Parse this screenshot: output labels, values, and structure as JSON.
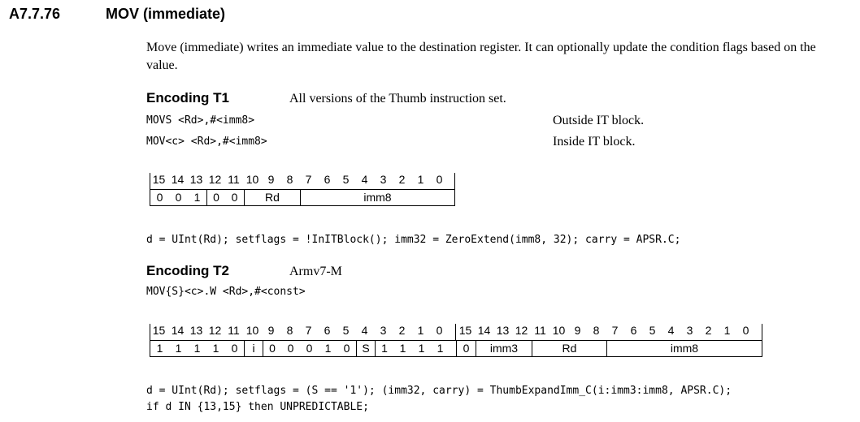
{
  "section": {
    "number": "A7.7.76",
    "title": "MOV (immediate)"
  },
  "description": "Move (immediate) writes an immediate value to the destination register. It can optionally update the condition flags based on the value.",
  "t1": {
    "title": "Encoding T1",
    "note": "All versions of the Thumb instruction set.",
    "syntax": [
      {
        "asm": "MOVS <Rd>,#<imm8>",
        "note": "Outside IT block."
      },
      {
        "asm": "MOV<c> <Rd>,#<imm8>",
        "note": "Inside IT block."
      }
    ],
    "bit_numbers": [
      "15",
      "14",
      "13",
      "12",
      "11",
      "10",
      "9",
      "8",
      "7",
      "6",
      "5",
      "4",
      "3",
      "2",
      "1",
      "0"
    ],
    "fields": [
      "0",
      "0",
      "1",
      "0",
      "0",
      "Rd",
      "imm8"
    ],
    "pseudocode": [
      "d = UInt(Rd);  setflags = !InITBlock();  imm32 = ZeroExtend(imm8, 32);  carry = APSR.C;"
    ]
  },
  "t2": {
    "title": "Encoding T2",
    "note": "Armv7-M",
    "syntax": [
      {
        "asm": "MOV{S}<c>.W <Rd>,#<const>"
      }
    ],
    "bit_numbers_hi": [
      "15",
      "14",
      "13",
      "12",
      "11",
      "10",
      "9",
      "8",
      "7",
      "6",
      "5",
      "4",
      "3",
      "2",
      "1",
      "0"
    ],
    "bit_numbers_lo": [
      "15",
      "14",
      "13",
      "12",
      "11",
      "10",
      "9",
      "8",
      "7",
      "6",
      "5",
      "4",
      "3",
      "2",
      "1",
      "0"
    ],
    "fields": [
      "1",
      "1",
      "1",
      "1",
      "0",
      "i",
      "0",
      "0",
      "0",
      "1",
      "0",
      "S",
      "1",
      "1",
      "1",
      "1",
      "0",
      "imm3",
      "Rd",
      "imm8"
    ],
    "pseudocode": [
      "d = UInt(Rd);  setflags = (S == '1');  (imm32, carry) = ThumbExpandImm_C(i:imm3:imm8, APSR.C);",
      "if d IN {13,15} then UNPREDICTABLE;"
    ]
  }
}
